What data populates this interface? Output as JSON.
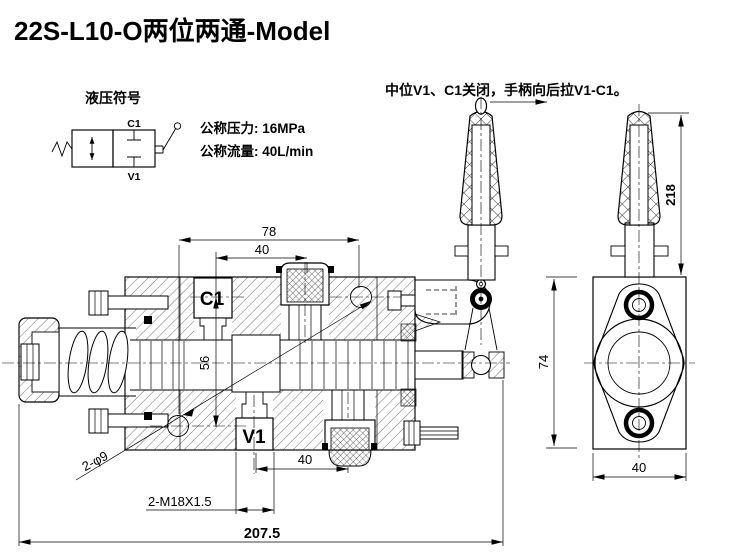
{
  "title": "22S-L10-O两位两通-Model",
  "note": "中位V1、C1关闭，手柄向后拉V1-C1。",
  "hydraulic_symbol": {
    "label": "液压符号",
    "port_top": "C1",
    "port_bottom": "V1"
  },
  "specs": {
    "pressure": "公称压力: 16MPa",
    "flow": "公称流量: 40L/min"
  },
  "main_view": {
    "port_top": "C1",
    "port_bottom": "V1",
    "dim_hole_spacing_h": "78",
    "dim_top_40": "40",
    "dim_hole_spacing_v": "56",
    "dim_bottom_40": "40",
    "dim_overall_length": "207.5",
    "label_holes": "2-φ9",
    "label_thread": "2-M18X1.5"
  },
  "side_view": {
    "dim_height": "74",
    "dim_width": "40",
    "dim_handle_height": "218"
  },
  "colors": {
    "ink": "#000000",
    "bg": "#ffffff"
  }
}
